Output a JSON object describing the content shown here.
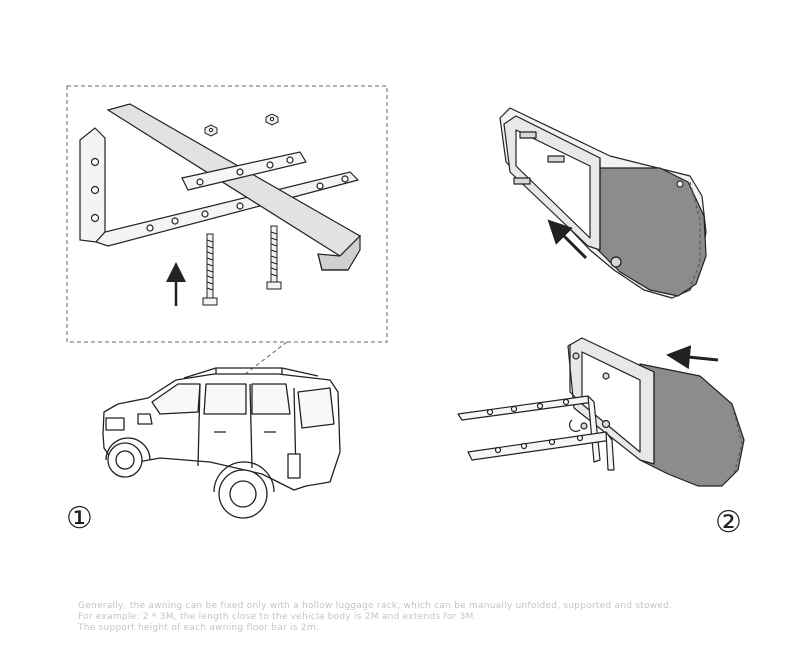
{
  "steps": {
    "step_1": "①",
    "step_2": "②"
  },
  "notes": [
    "Generally, the awning can be fixed only with a hollow luggage rack, which can be manually unfolded, supported and stowed.",
    "For example: 2 * 3M, the length close to the vehicla body is 2M and extends for 3M.",
    "The support height of each awning floor bar is 2m."
  ],
  "colors": {
    "line": "#222222",
    "awning_fill": "#8c8c8c",
    "rail_fill": "#e8e8e8",
    "note_text": "#c4c4c4"
  }
}
